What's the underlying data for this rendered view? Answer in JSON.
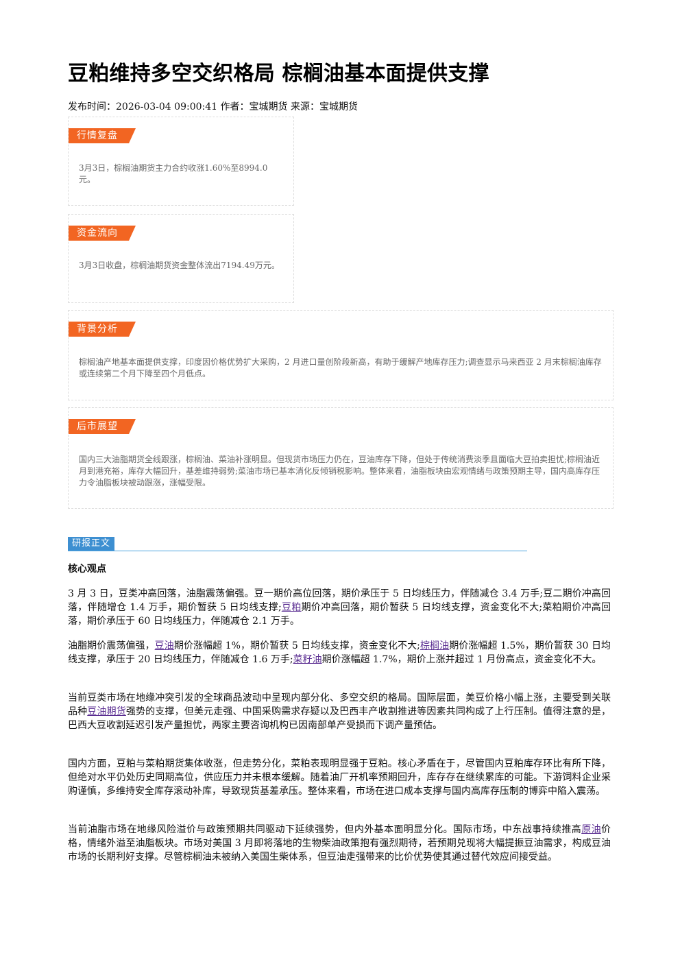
{
  "title": "豆粕维持多空交织格局 棕榈油基本面提供支撑",
  "meta": "发布时间：2026-03-04 09:00:41 作者：宝城期货 来源：宝城期货",
  "boxes": {
    "market_review": {
      "tag": "行情复盘",
      "text": "3月3日，棕榈油期货主力合约收涨1.60%至8994.0元。"
    },
    "fund_flow": {
      "tag": "资金流向",
      "text": "3月3日收盘，棕榈油期货资金整体流出7194.49万元。"
    },
    "background": {
      "tag": "背景分析",
      "text": "棕榈油产地基本面提供支撑，印度因价格优势扩大采购，2 月进口量创阶段新高，有助于缓解产地库存压力;调查显示马来西亚 2 月末棕榈油库存或连续第二个月下降至四个月低点。"
    },
    "outlook": {
      "tag": "后市展望",
      "text": "国内三大油脂期货全线跟涨，棕榈油、菜油补涨明显。但现货市场压力仍在，豆油库存下降，但处于传统消费淡季且面临大豆拍卖担忧;棕榈油近月到港充裕，库存大幅回升，基差维持弱势;菜油市场已基本消化反倾销税影响。整体来看，油脂板块由宏观情绪与政策预期主导，国内高库存压力令油脂板块被动跟涨，涨幅受限。"
    }
  },
  "report": {
    "section_tag": "研报正文",
    "subhead": "核心观点",
    "p1": {
      "a": "3 月 3 日，豆类冲高回落，油脂震荡偏强。豆一期价高位回落，期价承压于 5 日均线压力，伴随减仓 3.4 万手;豆二期价冲高回落，伴随增仓 1.4 万手，期价暂获 5 日均线支撑;",
      "link": "豆粕",
      "b": "期价冲高回落，期价暂获 5 日均线支撑，资金变化不大;菜粕期价冲高回落，期价承压于 60 日均线压力，伴随减仓 2.1 万手。"
    },
    "p2": {
      "a": "油脂期价震荡偏强，",
      "link1": "豆油",
      "b": "期价涨幅超 1%，期价暂获 5 日均线支撑，资金变化不大;",
      "link2": "棕榈油",
      "c": "期价涨幅超 1.5%，期价暂获 30 日均线支撑，承压于 20 日均线压力，伴随减仓 1.6 万手;",
      "link3": "菜籽油",
      "d": "期价涨幅超 1.7%，期价上涨并超过 1 月份高点，资金变化不大。"
    },
    "p3": {
      "a": "当前豆类市场在地缘冲突引发的全球商品波动中呈现内部分化、多空交织的格局。国际层面，美豆价格小幅上涨，主要受到关联品种",
      "link": "豆油期货",
      "b": "强势的支撑，但美元走强、中国采购需求存疑以及巴西丰产收割推进等因素共同构成了上行压制。值得注意的是，巴西大豆收割延迟引发产量担忧，两家主要咨询机构已因南部单产受损而下调产量预估。"
    },
    "p4": "国内方面，豆粕与菜粕期货集体收涨，但走势分化，菜粕表现明显强于豆粕。核心矛盾在于，尽管国内豆粕库存环比有所下降，但绝对水平仍处历史同期高位，供应压力并未根本缓解。随着油厂开机率预期回升，库存存在继续累库的可能。下游饲料企业采购谨慎，多维持安全库存滚动补库，导致现货基差承压。整体来看，市场在进口成本支撑与国内高库存压制的博弈中陷入震荡。",
    "p5": {
      "a": "当前油脂市场在地缘风险溢价与政策预期共同驱动下延续强势，但内外基本面明显分化。国际市场，中东战事持续推高",
      "link": "原油",
      "b": "价格，情绪外溢至油脂板块。市场对美国 3 月即将落地的生物柴油政策抱有强烈期待，若预期兑现将大幅提振豆油需求，构成豆油市场的长期利好支撑。尽管棕榈油未被纳入美国生柴体系，但豆油走强带来的比价优势使其通过替代效应间接受益。"
    }
  }
}
